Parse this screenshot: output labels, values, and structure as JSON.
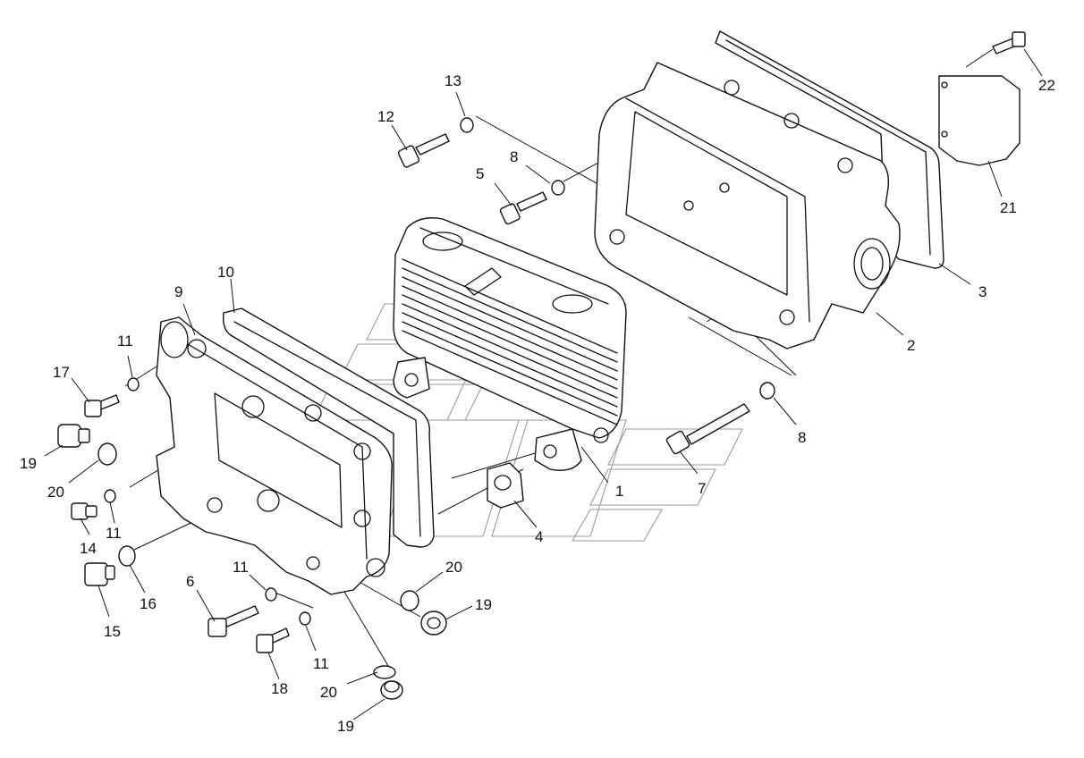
{
  "diagram": {
    "callouts": [
      {
        "id": "1",
        "text": "1"
      },
      {
        "id": "2",
        "text": "2"
      },
      {
        "id": "3",
        "text": "3"
      },
      {
        "id": "4",
        "text": "4"
      },
      {
        "id": "5",
        "text": "5"
      },
      {
        "id": "6",
        "text": "6"
      },
      {
        "id": "7",
        "text": "7"
      },
      {
        "id": "8a",
        "text": "8"
      },
      {
        "id": "8b",
        "text": "8"
      },
      {
        "id": "9",
        "text": "9"
      },
      {
        "id": "10",
        "text": "10"
      },
      {
        "id": "11a",
        "text": "11"
      },
      {
        "id": "11b",
        "text": "11"
      },
      {
        "id": "11c",
        "text": "11"
      },
      {
        "id": "11d",
        "text": "11"
      },
      {
        "id": "12",
        "text": "12"
      },
      {
        "id": "13",
        "text": "13"
      },
      {
        "id": "14",
        "text": "14"
      },
      {
        "id": "15",
        "text": "15"
      },
      {
        "id": "16",
        "text": "16"
      },
      {
        "id": "17",
        "text": "17"
      },
      {
        "id": "18",
        "text": "18"
      },
      {
        "id": "19a",
        "text": "19"
      },
      {
        "id": "19b",
        "text": "19"
      },
      {
        "id": "19c",
        "text": "19"
      },
      {
        "id": "20a",
        "text": "20"
      },
      {
        "id": "20b",
        "text": "20"
      },
      {
        "id": "20c",
        "text": "20"
      },
      {
        "id": "21",
        "text": "21"
      },
      {
        "id": "22",
        "text": "22"
      }
    ]
  }
}
